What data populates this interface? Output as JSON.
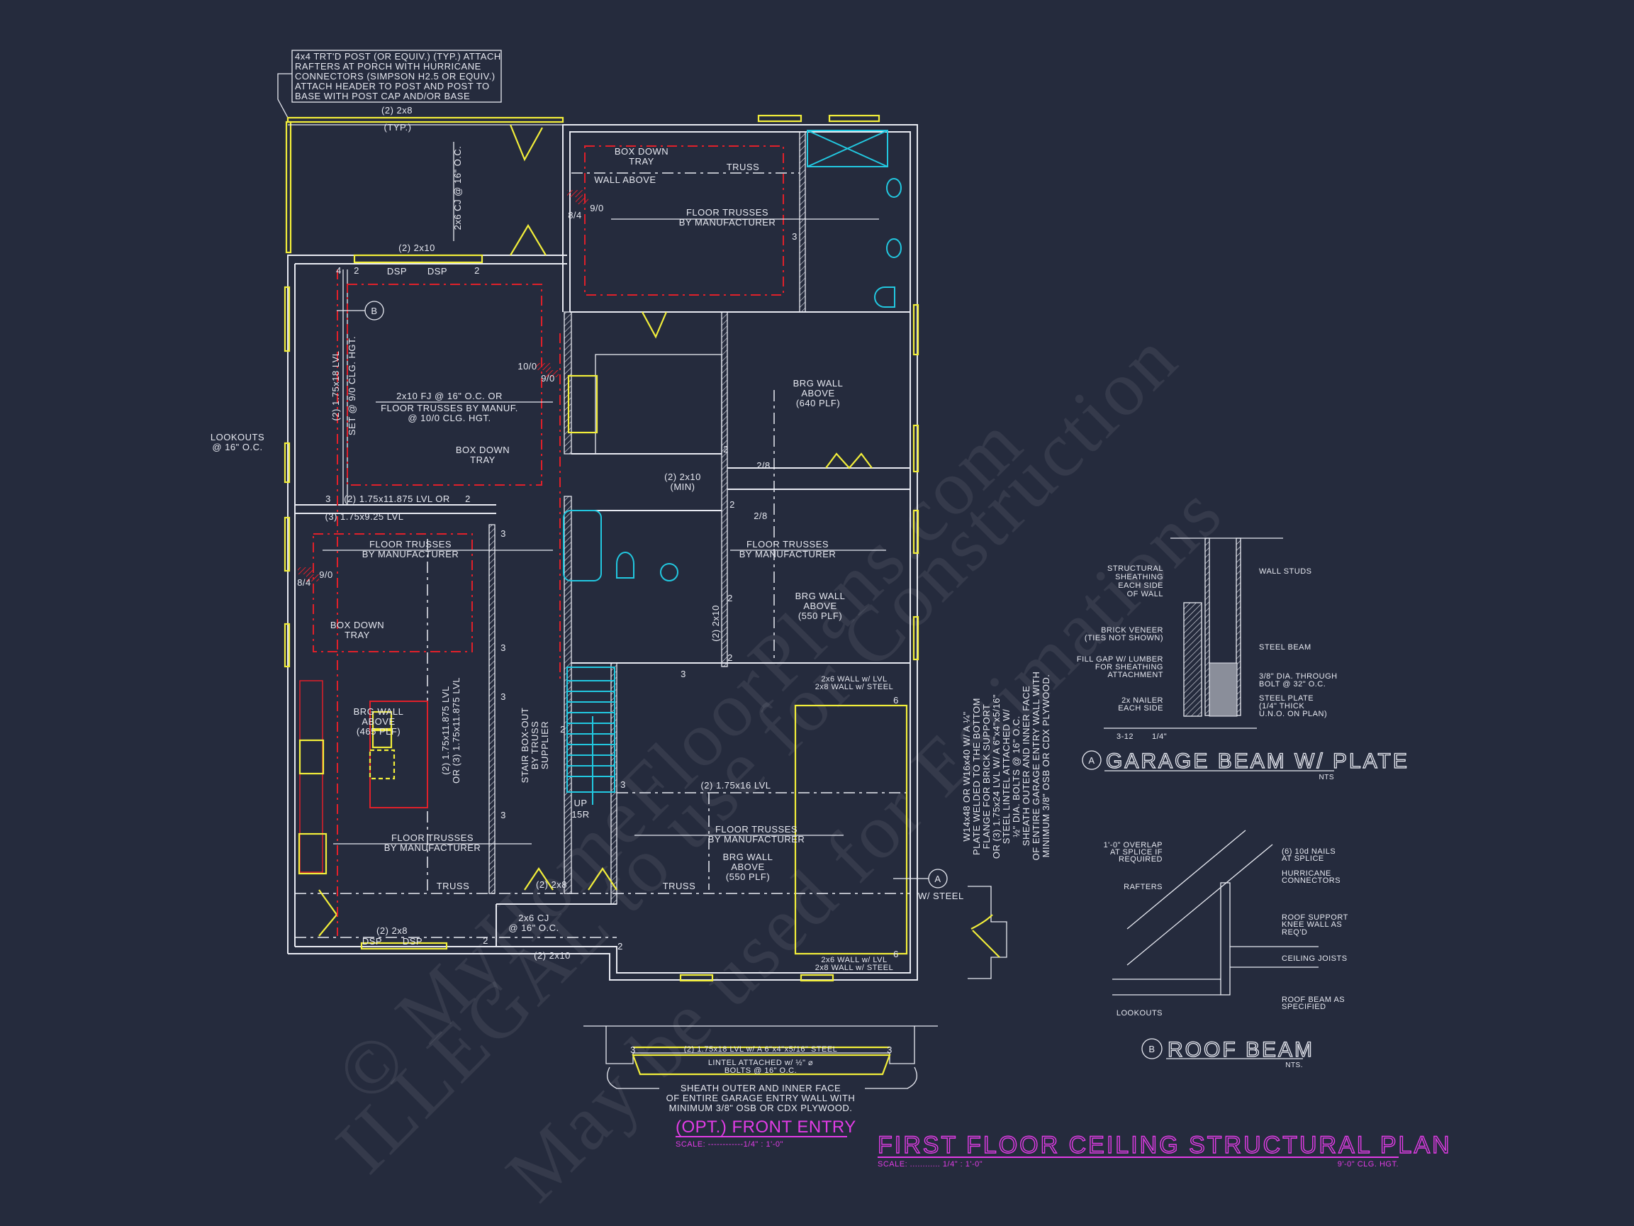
{
  "colors": {
    "background": "#252b3d",
    "walls": "#e8eaf2",
    "windows": "#f2ee3a",
    "trays": "#e0202a",
    "fixtures": "#22c8e0",
    "title": "#e23ce6"
  },
  "watermark": [
    "© MyHomeFloorPlans.com",
    "ILLEGAL to use for Construction",
    "May be used for Estimations"
  ],
  "porch_note": [
    "4x4 TRT'D POST (OR EQUIV.) (TYP.) ATTACH",
    "RAFTERS AT PORCH WITH HURRICANE",
    "CONNECTORS (SIMPSON H2.5 OR EQUIV.)",
    "ATTACH HEADER TO POST AND POST TO",
    "BASE WITH POST CAP AND/OR BASE"
  ],
  "plan": {
    "porch_header": "(2) 2x8",
    "typ": "(TYP.)",
    "porch_cj": "2x6 CJ @ 16\" O.C.",
    "box_down_tray": [
      "BOX DOWN",
      "TRAY"
    ],
    "truss": "TRUSS",
    "wall_above": "WALL ABOVE",
    "h84": "8/4",
    "h90": "9/0",
    "h100": "10/0",
    "floor_trusses": [
      "FLOOR TRUSSES",
      "BY MANUFACTURER"
    ],
    "n2": "2",
    "n3": "3",
    "n4": "4",
    "n6": "6",
    "dsp": "DSP",
    "header_2x10": "(2) 2x10",
    "lvl_18": "(2) 1.75x18 LVL",
    "set_clg": "SET @ 9/0 CLG. HGT.",
    "fj_note": [
      "2x10 FJ @ 16\" O.C. OR",
      "FLOOR TRUSSES BY MANUF.",
      "@ 10/0 CLG. HGT."
    ],
    "lookouts": [
      "LOOKOUTS",
      "@ 16\" O.C."
    ],
    "brg_640": [
      "BRG WALL",
      "ABOVE",
      "(640 PLF)"
    ],
    "brg_550": [
      "BRG WALL",
      "ABOVE",
      "(550 PLF)"
    ],
    "brg_465": [
      "BRG WALL",
      "ABOVE",
      "(465 PLF)"
    ],
    "door_28": "2/8",
    "header_min": [
      "(2) 2x10",
      "(MIN)"
    ],
    "lvl_11875_or": "(2) 1.75x11.875 LVL OR",
    "lvl_925": "(3) 1.75x9.25 LVL",
    "lvl_kitchen": [
      "(2) 1.75x11.875 LVL",
      "OR (3) 1.75x11.875 LVL"
    ],
    "stair_boxout": [
      "STAIR BOX-OUT",
      "BY TRUSS",
      "SUPPLIER"
    ],
    "stair_up": [
      "UP",
      "15R"
    ],
    "lvl_16": "(2) 1.75x16 LVL",
    "header_2x8": "(2) 2x8",
    "cj_note": [
      "2x6 CJ",
      "@ 16\" O.C."
    ],
    "garage_wall": [
      "2x6 WALL w/ LVL",
      "2x8 WALL w/ STEEL"
    ],
    "callout_a": "A",
    "callout_b": "B",
    "w_steel": "W/ STEEL",
    "steel_note": [
      "W14x48 OR W16x40 W/ A ¼\"",
      "PLATE WELDED TO THE BOTTOM",
      "FLANGE FOR BRICK SUPPORT",
      "OR (3) 1.75x24 LVL W/ A 6\"x4\"x5/16\"",
      "STEEL LINTEL ATTACHED W/",
      "½\" DIA. BOLTS @ 16\" O.C."
    ],
    "sheath_note": [
      "SHEATH OUTER AND INNER FACE",
      "OF ENTIRE GARAGE ENTRY WALL WITH",
      "MINIMUM 3/8\" OSB OR CDX PLYWOOD."
    ]
  },
  "front_entry": {
    "lintel": "(2) 1.75x18 LVL w/ A 6\"x4\"x5/16\" STEEL",
    "attached": [
      "LINTEL ATTACHED w/ ½\" ⌀",
      "BOLTS @ 16\" O.C."
    ],
    "sheath": [
      "SHEATH OUTER AND INNER FACE",
      "OF ENTIRE GARAGE ENTRY WALL WITH",
      "MINIMUM 3/8\" OSB OR CDX PLYWOOD."
    ],
    "title": "(OPT.) FRONT ENTRY",
    "scale": "SCALE: ------------1/4\" : 1'-0\""
  },
  "detail_a": {
    "left": [
      [
        "STRUCTURAL",
        "SHEATHING",
        "EACH SIDE",
        "OF WALL"
      ],
      [
        "BRICK VENEER",
        "(TIES NOT SHOWN)"
      ],
      [
        "FILL GAP W/ LUMBER",
        "FOR SHEATHING",
        "ATTACHMENT"
      ],
      [
        "2x NAILER",
        "EACH SIDE"
      ]
    ],
    "right": [
      [
        "WALL STUDS"
      ],
      [
        "STEEL BEAM"
      ],
      [
        "3/8\" DIA. THROUGH",
        "BOLT @ 32\" O.C."
      ],
      [
        "STEEL PLATE",
        "(1/4\" THICK",
        "U.N.O. ON PLAN)"
      ]
    ],
    "weld": [
      "3-12",
      "1/4\""
    ],
    "title": "GARAGE BEAM W/ PLATE",
    "nts": "NTS"
  },
  "detail_b": {
    "left": [
      [
        "1'-0\" OVERLAP",
        "AT SPLICE IF",
        "REQUIRED"
      ],
      [
        "RAFTERS"
      ],
      [
        "LOOKOUTS"
      ]
    ],
    "right": [
      [
        "(6) 10d NAILS",
        "AT SPLICE"
      ],
      [
        "HURRICANE",
        "CONNECTORS"
      ],
      [
        "ROOF SUPPORT",
        "KNEE WALL AS",
        "REQ'D"
      ],
      [
        "CEILING JOISTS"
      ],
      [
        "ROOF BEAM AS",
        "SPECIFIED"
      ]
    ],
    "title": "ROOF BEAM",
    "nts": "NTS."
  },
  "title_block": {
    "title": "FIRST FLOOR CEILING STRUCTURAL PLAN",
    "scale": "SCALE: ............ 1/4\" : 1'-0\"",
    "ceiling_height": "9'-0\" CLG. HGT."
  }
}
